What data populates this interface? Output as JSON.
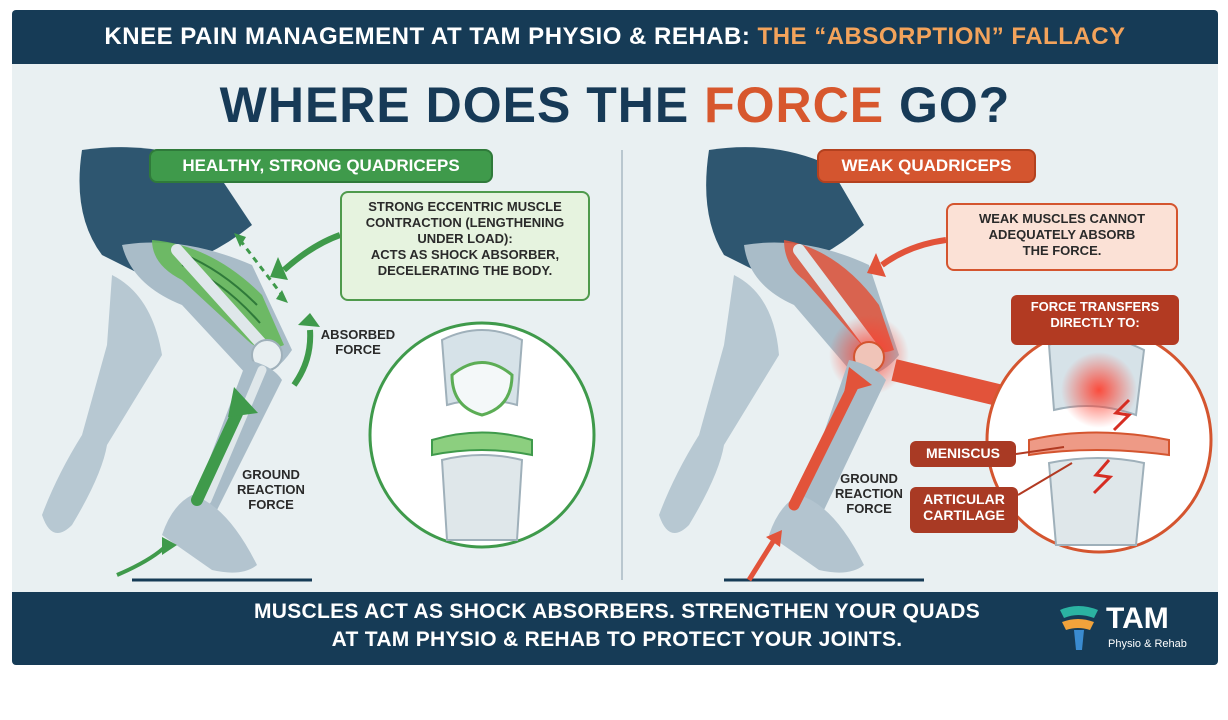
{
  "header": {
    "title_main": "KNEE PAIN MANAGEMENT AT TAM PHYSIO & REHAB: ",
    "title_highlight": "THE “ABSORPTION” FALLACY"
  },
  "headline": {
    "part1": "WHERE DOES THE ",
    "highlight": "FORCE",
    "part2": " GO?"
  },
  "left_panel": {
    "pill": "HEALTHY, STRONG QUADRICEPS",
    "note": [
      "STRONG ECCENTRIC MUSCLE",
      "CONTRACTION (LENGTHENING",
      "UNDER LOAD):",
      "ACTS AS SHOCK ABSORBER,",
      "DECELERATING THE BODY."
    ],
    "absorbed": [
      "ABSORBED",
      "FORCE"
    ],
    "ground": [
      "GROUND",
      "REACTION",
      "FORCE"
    ]
  },
  "right_panel": {
    "pill": "WEAK QUADRICEPS",
    "note": [
      "WEAK MUSCLES CANNOT",
      "ADEQUATELY ABSORB",
      "THE FORCE."
    ],
    "transfer": [
      "FORCE TRANSFERS",
      "DIRECTLY TO:"
    ],
    "meniscus": "MENISCUS",
    "cartilage": [
      "ARTICULAR",
      "CARTILAGE"
    ],
    "ground": [
      "GROUND",
      "REACTION",
      "FORCE"
    ]
  },
  "footer": {
    "tagline": [
      "MUSCLES ACT AS SHOCK ABSORBERS. STRENGTHEN YOUR QUADS",
      "AT TAM PHYSIO & REHAB TO PROTECT YOUR JOINTS."
    ],
    "logo_name": "TAM",
    "logo_sub": "Physio & Rehab"
  },
  "colors": {
    "navy": "#163b56",
    "orange": "#f3a35b",
    "force_red": "#d7572d",
    "healthy_green": "#3f9a4b",
    "background": "#e9f0f2"
  }
}
